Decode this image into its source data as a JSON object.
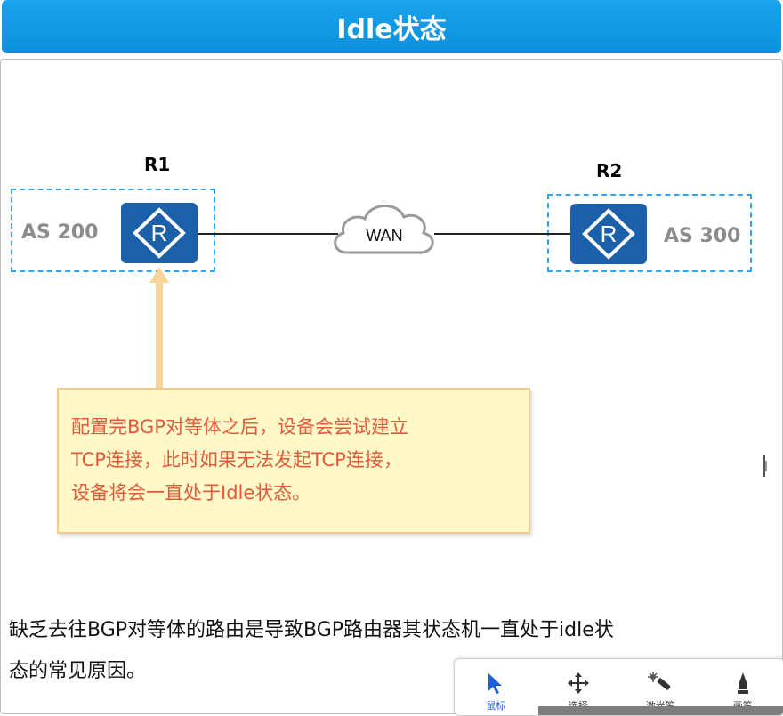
{
  "header": {
    "title": "Idle状态"
  },
  "diagram": {
    "r1": {
      "label": "R1",
      "as_label": "AS 200"
    },
    "r2": {
      "label": "R2",
      "as_label": "AS 300"
    },
    "cloud_label": "WAN",
    "router_glyph": "R"
  },
  "callout": {
    "lines": [
      "配置完BGP对等体之后，设备会尝试建立",
      "TCP连接，此时如果无法发起TCP连接，",
      "设备将会一直处于Idle状态。"
    ]
  },
  "body_text": {
    "line1": "缺乏去往BGP对等体的路由是导致BGP路由器其状态机一直处于idle状",
    "line2": "态的常见原因。"
  },
  "toolbar": {
    "items": [
      {
        "label": "鼠标",
        "icon": "cursor-icon"
      },
      {
        "label": "选择",
        "icon": "move-icon"
      },
      {
        "label": "激光笔",
        "icon": "laser-pointer-icon"
      },
      {
        "label": "画笔",
        "icon": "pen-icon"
      }
    ]
  },
  "colors": {
    "title_bar": "#1ba3ee",
    "router": "#1b60a8",
    "as_border": "#33a4e8",
    "callout_bg": "#fff8c8",
    "callout_text": "#e05a3a",
    "arrow": "#f7d49a"
  }
}
